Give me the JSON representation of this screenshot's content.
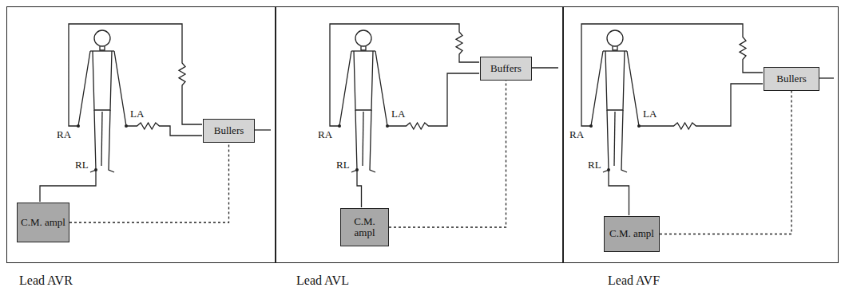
{
  "diagram": {
    "nodes": [
      {
        "text": [
          "Lead AVR"
        ]
      },
      {
        "text": [
          "Bullers"
        ],
        "in": 0
      },
      {
        "text": [
          "C.M. ampl"
        ],
        "in": 0
      },
      {
        "text": [
          "Lead AVL"
        ]
      },
      {
        "text": [
          "Buffers"
        ],
        "in": 3
      },
      {
        "text": [
          "C.M. ampl"
        ],
        "in": 3
      },
      {
        "text": [
          "Lead AVF"
        ]
      },
      {
        "text": [
          "Bullers"
        ],
        "in": 6
      },
      {
        "text": [
          "C.M. ampl"
        ],
        "in": 6
      }
    ],
    "edges": [
      {
        "from": 2,
        "to": 1,
        "arrow": "none"
      },
      {
        "from": 5,
        "to": 4,
        "arrow": "none"
      },
      {
        "from": 8,
        "to": 7,
        "arrow": "none"
      }
    ],
    "labels": [
      "RA",
      "LA",
      "RL",
      "RA",
      "LA",
      "RL",
      "RA",
      "LA",
      "RL"
    ]
  }
}
